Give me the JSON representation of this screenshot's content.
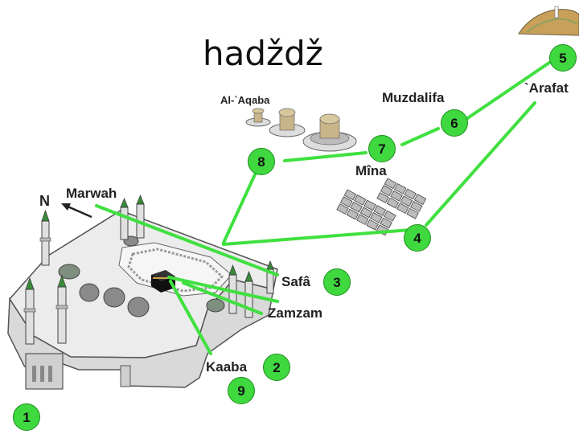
{
  "title": "hadždž",
  "places": {
    "marwah": "Marwah",
    "north": "N",
    "safa": "Safâ",
    "zamzam": "Zamzam",
    "kaaba": "Kaaba",
    "aqaba": "Al-`Aqaba",
    "muzdalifa": "Muzdalifa",
    "mina": "Mîna",
    "arafat": "`Arafat"
  },
  "steps": [
    "1",
    "2",
    "3",
    "4",
    "5",
    "6",
    "7",
    "8",
    "9"
  ],
  "colors": {
    "route": "#3fe03f",
    "badge": "#3fd83f",
    "building": "#e6e6e6",
    "building_edge": "#555555",
    "dome": "#8a8a8a",
    "hill": "#c8a05a"
  },
  "icons": {
    "north_arrow": "arrow-icon",
    "minaret": "minaret-icon",
    "dome": "dome-icon",
    "tent": "tent-icon",
    "hill": "hill-icon"
  }
}
